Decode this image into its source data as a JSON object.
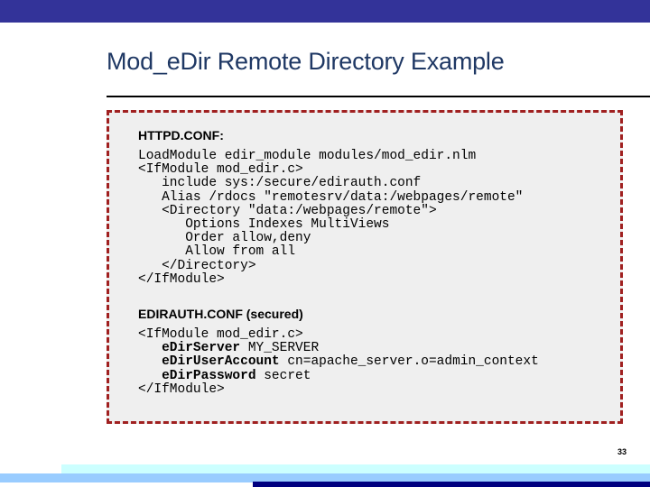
{
  "slide": {
    "title": "Mod_eDir Remote Directory Example",
    "page_number": "33",
    "colors": {
      "top_bar": "#333399",
      "title_text": "#1F3864",
      "box_border": "#A02020",
      "box_fill": "#EFEFEF",
      "band_cyan": "#CCFFFF",
      "band_blue": "#99CCFF",
      "band_navy": "#000080"
    }
  },
  "content": {
    "sections": [
      {
        "heading": "HTTPD.CONF:",
        "code_lines": [
          "LoadModule edir_module modules/mod_edir.nlm",
          "<IfModule mod_edir.c>",
          "   include sys:/secure/edirauth.conf",
          "   Alias /rdocs \"remotesrv/data:/webpages/remote\"",
          "   <Directory \"data:/webpages/remote\">",
          "      Options Indexes MultiViews",
          "      Order allow,deny",
          "      Allow from all",
          "   </Directory>",
          "</IfModule>"
        ]
      },
      {
        "heading": "EDIRAUTH.CONF (secured)",
        "code_lines": [
          "<IfModule mod_edir.c>",
          "   eDirServer MY_SERVER",
          "   eDirUserAccount cn=apache_server.o=admin_context",
          "   eDirPassword secret",
          "</IfModule>"
        ],
        "bold_keywords": [
          "eDirServer",
          "eDirUserAccount",
          "eDirPassword"
        ]
      }
    ]
  }
}
